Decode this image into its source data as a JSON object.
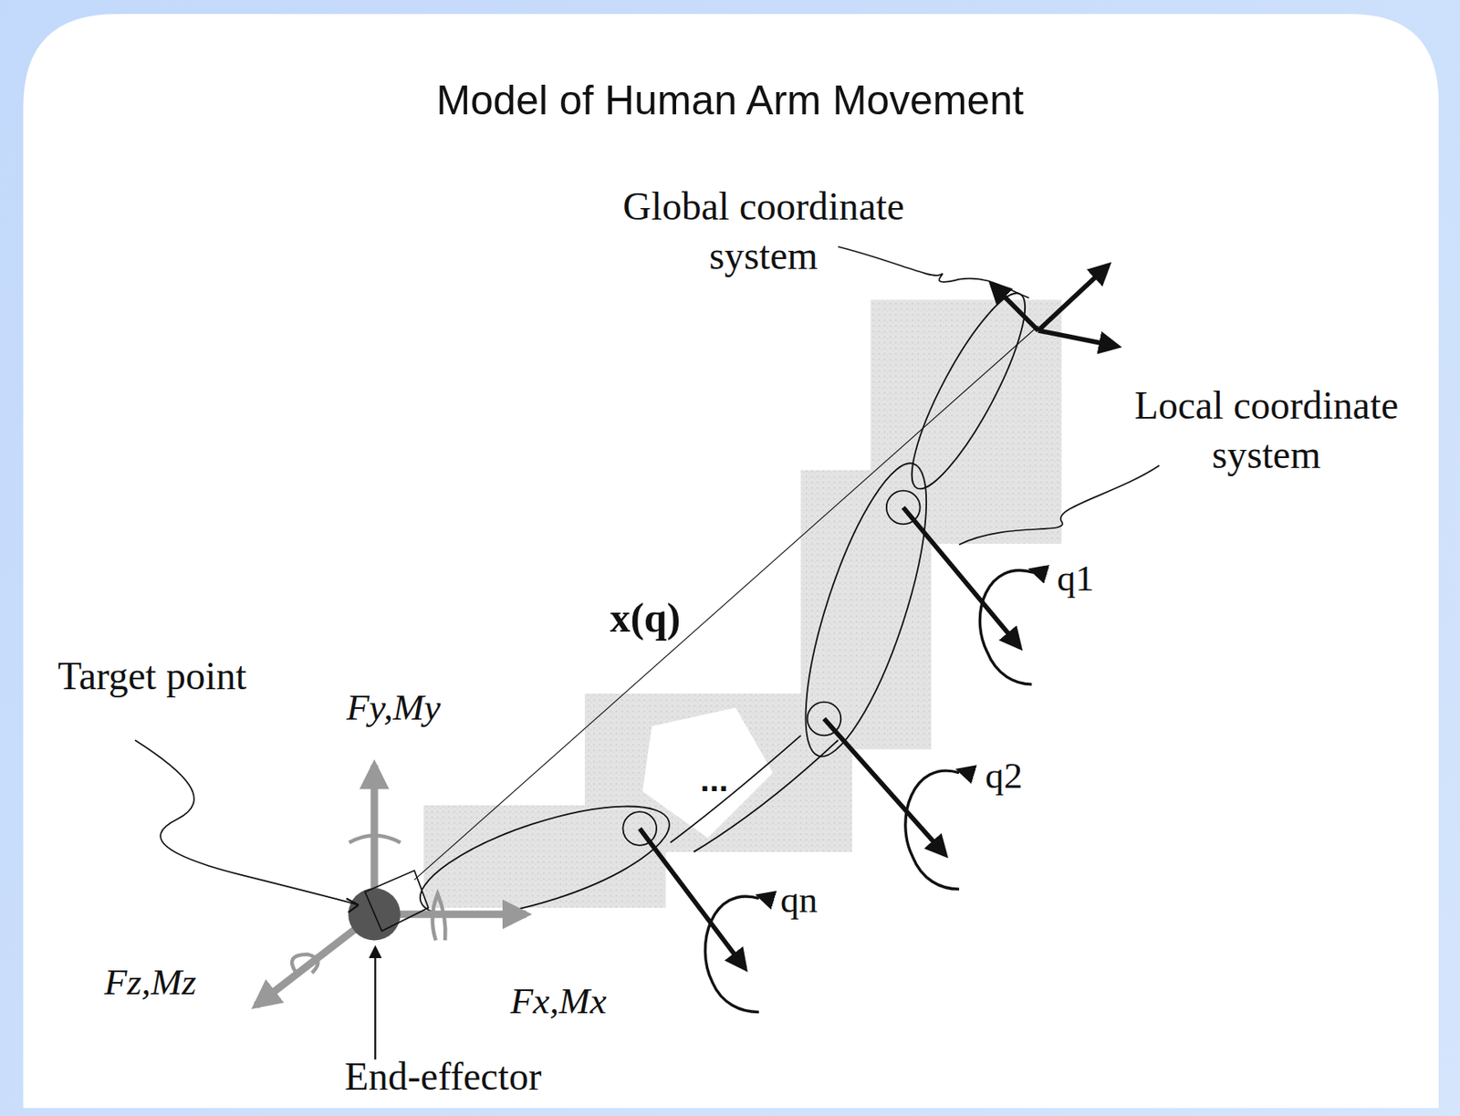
{
  "diagram": {
    "title": "Model of Human Arm Movement",
    "labels": [
      "Global coordinate system",
      "Local coordinate system",
      "x(q)",
      "Target point",
      "Fy,My",
      "Fz,Mz",
      "Fx,Mx",
      "End-effector",
      "q1",
      "q2",
      "qn",
      "..."
    ]
  }
}
